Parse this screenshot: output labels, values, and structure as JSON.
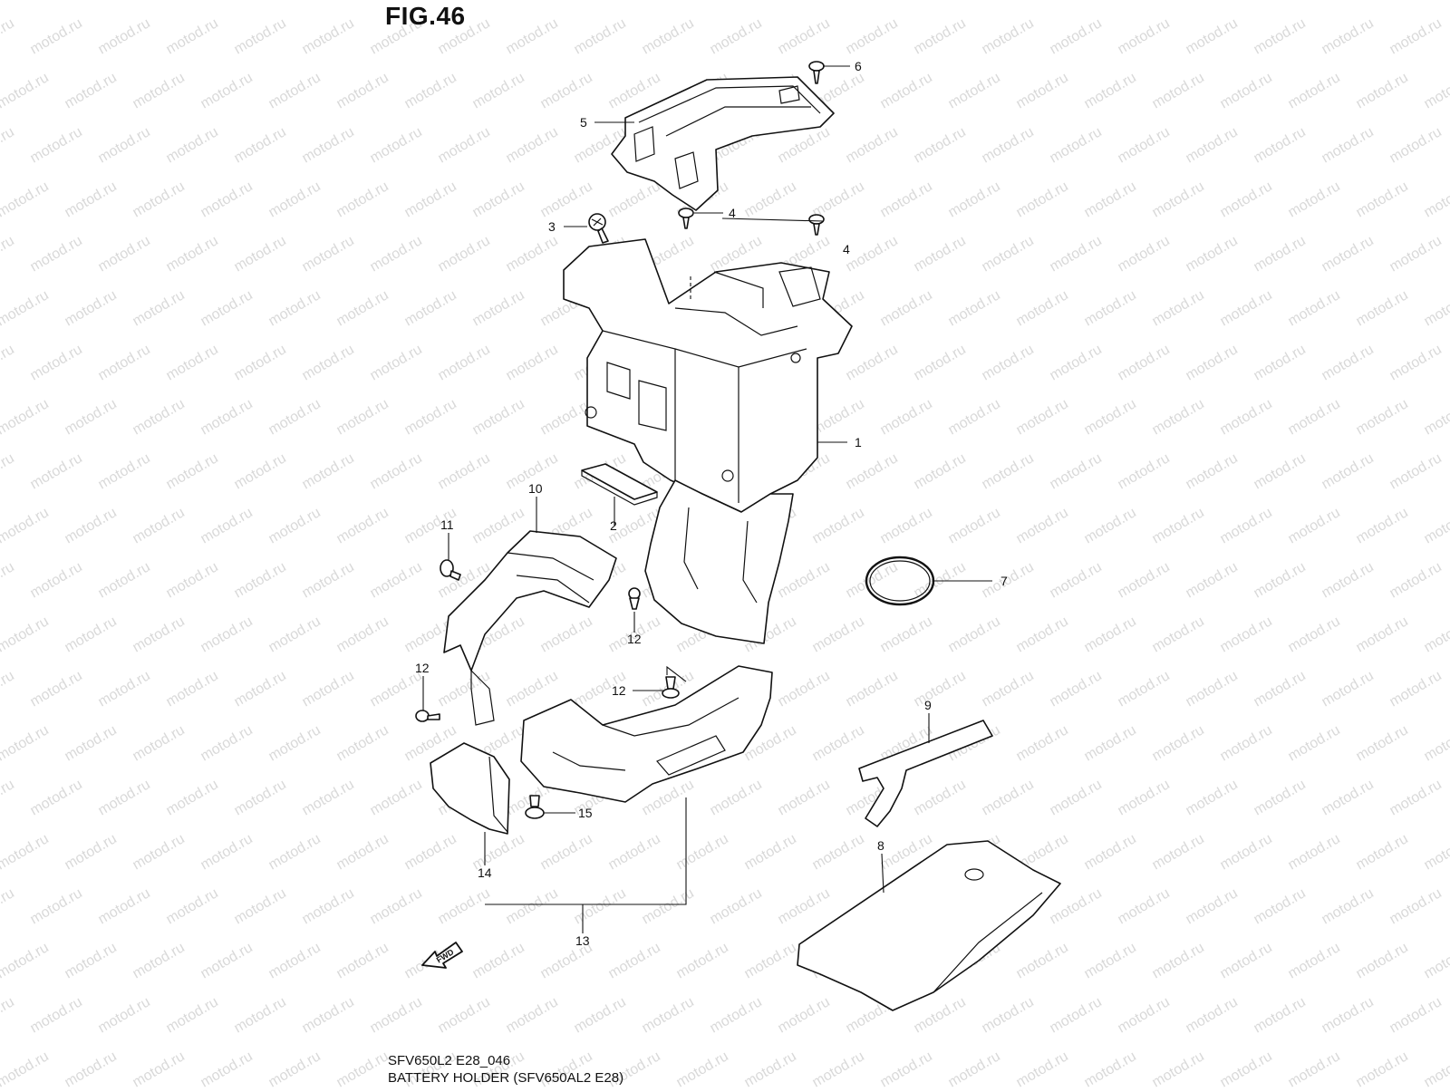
{
  "figure": {
    "title": "FIG.46",
    "model_code": "SFV650L2 E28_046",
    "description": "BATTERY HOLDER (SFV650AL2 E28)",
    "watermark": "motod.ru",
    "fwd_label": "FWD"
  },
  "callouts": [
    "1",
    "2",
    "3",
    "4",
    "4",
    "5",
    "6",
    "7",
    "8",
    "9",
    "10",
    "11",
    "12",
    "12",
    "12",
    "13",
    "14",
    "15"
  ]
}
